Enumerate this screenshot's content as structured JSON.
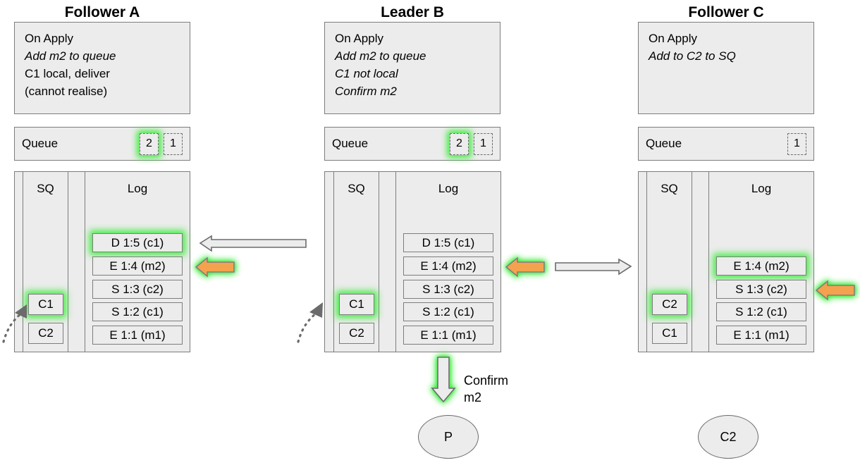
{
  "columns": [
    {
      "id": "follower-a",
      "title": "Follower A",
      "apply": {
        "heading": "On Apply",
        "lines": [
          {
            "text": "On Apply",
            "italic": false
          },
          {
            "text": "Add m2 to queue",
            "italic": true
          },
          {
            "text": "C1 local, deliver",
            "italic": false
          },
          {
            "text": "(cannot realise)",
            "italic": false
          }
        ]
      },
      "queue": {
        "label": "Queue",
        "cells": [
          {
            "value": "2",
            "highlight": true
          },
          {
            "value": "1",
            "highlight": false
          }
        ]
      },
      "sq": {
        "title": "SQ",
        "entries": [
          {
            "value": "C1",
            "highlight": true
          },
          {
            "value": "C2",
            "highlight": false
          }
        ]
      },
      "log": {
        "title": "Log",
        "entries": [
          {
            "value": "D 1:5 (c1)",
            "highlight": true
          },
          {
            "value": "E 1:4 (m2)",
            "highlight": false
          },
          {
            "value": "S 1:3 (c2)",
            "highlight": false
          },
          {
            "value": "S 1:2 (c1)",
            "highlight": false
          },
          {
            "value": "E 1:1 (m1)",
            "highlight": false
          }
        ]
      }
    },
    {
      "id": "leader-b",
      "title": "Leader B",
      "apply": {
        "heading": "On Apply",
        "lines": [
          {
            "text": "On Apply",
            "italic": false
          },
          {
            "text": "Add m2 to queue",
            "italic": true
          },
          {
            "text": "C1 not local",
            "italic": true
          },
          {
            "text": "Confirm m2",
            "italic": true
          }
        ]
      },
      "queue": {
        "label": "Queue",
        "cells": [
          {
            "value": "2",
            "highlight": true
          },
          {
            "value": "1",
            "highlight": false
          }
        ]
      },
      "sq": {
        "title": "SQ",
        "entries": [
          {
            "value": "C1",
            "highlight": true
          },
          {
            "value": "C2",
            "highlight": false
          }
        ]
      },
      "log": {
        "title": "Log",
        "entries": [
          {
            "value": "D 1:5 (c1)",
            "highlight": false
          },
          {
            "value": "E 1:4 (m2)",
            "highlight": false
          },
          {
            "value": "S 1:3 (c2)",
            "highlight": false
          },
          {
            "value": "S 1:2 (c1)",
            "highlight": false
          },
          {
            "value": "E 1:1 (m1)",
            "highlight": false
          }
        ]
      }
    },
    {
      "id": "follower-c",
      "title": "Follower C",
      "apply": {
        "heading": "On Apply",
        "lines": [
          {
            "text": "On Apply",
            "italic": false
          },
          {
            "text": "Add to C2 to SQ",
            "italic": true
          }
        ]
      },
      "queue": {
        "label": "Queue",
        "cells": [
          {
            "value": "1",
            "highlight": false
          }
        ]
      },
      "sq": {
        "title": "SQ",
        "entries": [
          {
            "value": "C2",
            "highlight": true
          },
          {
            "value": "C1",
            "highlight": false
          }
        ]
      },
      "log": {
        "title": "Log",
        "entries": [
          {
            "value": "E 1:4 (m2)",
            "highlight": true
          },
          {
            "value": "S 1:3 (c2)",
            "highlight": false
          },
          {
            "value": "S 1:2 (c1)",
            "highlight": false
          },
          {
            "value": "E 1:1 (m1)",
            "highlight": false
          }
        ]
      }
    }
  ],
  "annotations": {
    "confirm_label_line1": "Confirm",
    "confirm_label_line2": "m2"
  },
  "nodes": [
    {
      "id": "node-p",
      "label": "P"
    },
    {
      "id": "node-c2",
      "label": "C2"
    }
  ],
  "colors": {
    "panel_fill": "#ececec",
    "panel_stroke": "#7d7d7d",
    "highlight_glow": "#3ceb3c",
    "orange_arrow": "#f5a24f",
    "orange_arrow_stroke": "#7d7d7d",
    "grey_arrow_fill": "#ececec",
    "grey_arrow_stroke": "#6b6b6b",
    "text": "#000000"
  }
}
